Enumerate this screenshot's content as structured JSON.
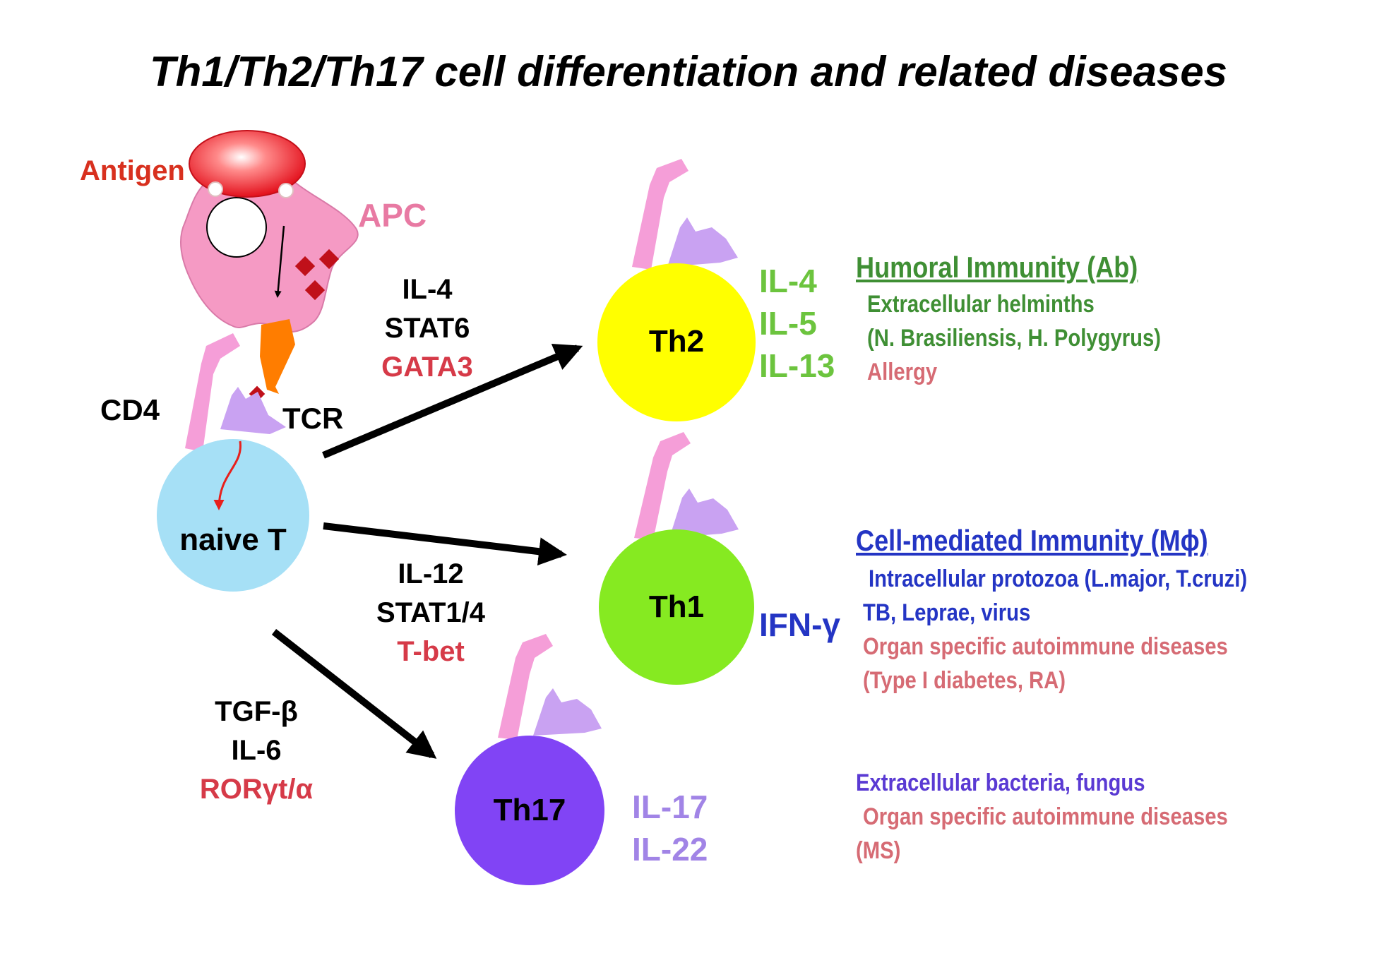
{
  "title": "Th1/Th2/Th17 cell differentiation and related diseases",
  "apc": {
    "antigen": "Antigen",
    "apc": "APC",
    "cd4": "CD4",
    "tcr": "TCR"
  },
  "cells": {
    "naive": "naive T",
    "th2": "Th2",
    "th1": "Th1",
    "th17": "Th17"
  },
  "th2_signals": {
    "cytokine": "IL-4",
    "stat": "STAT6",
    "factor": "GATA3"
  },
  "th1_signals": {
    "cytokine": "IL-12",
    "stat": "STAT1/4",
    "factor": "T-bet"
  },
  "th17_signals": {
    "cytokine1": "TGF-β",
    "cytokine2": "IL-6",
    "factor": "RORγt/α"
  },
  "th2_cytokines": [
    "IL-4",
    "IL-5",
    "IL-13"
  ],
  "th1_cytokines": [
    "IFN-γ"
  ],
  "th17_cytokines": [
    "IL-17",
    "IL-22"
  ],
  "th2_info": {
    "heading": "Humoral Immunity (Ab)",
    "line1": "Extracellular helminths",
    "line2": "(N. Brasiliensis, H. Polygyrus)",
    "line3": "Allergy"
  },
  "th1_info": {
    "heading": "Cell-mediated Immunity (Mϕ)",
    "line1": "Intracellular protozoa (L.major, T.cruzi)",
    "line2": "TB, Leprae, virus",
    "line3": "Organ specific autoimmune diseases",
    "line4": "(Type I diabetes, RA)"
  },
  "th17_info": {
    "line1": "Extracellular bacteria, fungus",
    "line2": "Organ specific autoimmune diseases",
    "line3": "(MS)"
  },
  "colors": {
    "naive": "#a6e0f6",
    "th2": "#ffff00",
    "th1": "#86ea21",
    "th17": "#8144f5",
    "apc": "#f59ac4",
    "antigen": "#ee1c1c",
    "cd4": "#f59ed8",
    "tcr": "#c9a2f2",
    "mhc": "#ff7d00"
  }
}
